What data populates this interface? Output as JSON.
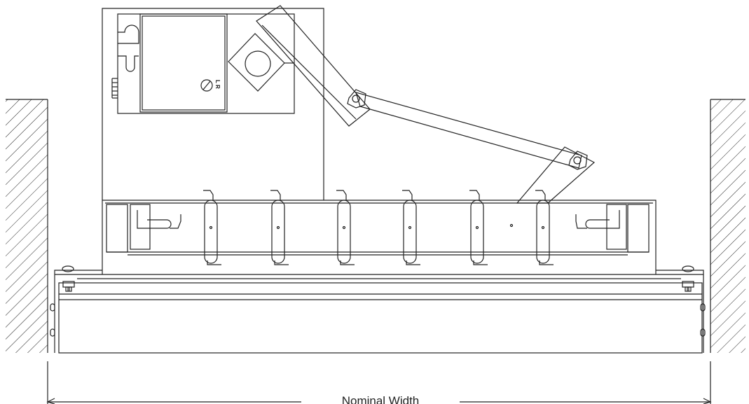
{
  "dimension": {
    "label": "Nominal Width"
  },
  "actuator": {
    "switch_label": "L R"
  },
  "colors": {
    "stroke": "#222222",
    "background": "#ffffff"
  },
  "blade_count": 6
}
